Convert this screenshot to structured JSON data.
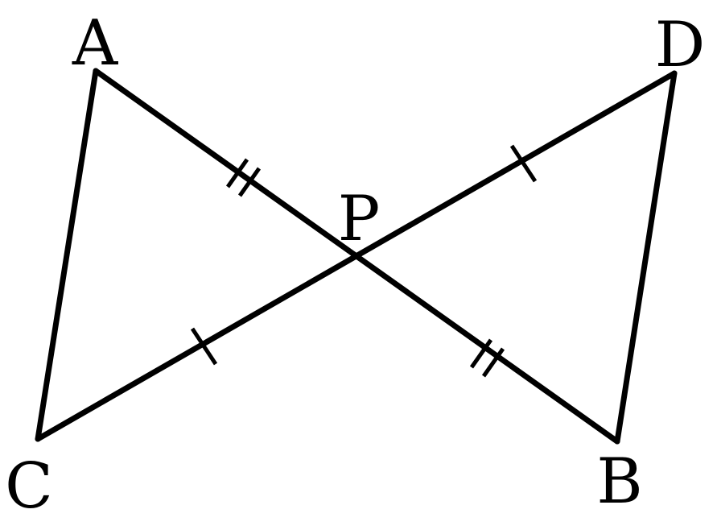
{
  "diagram": {
    "points": {
      "A": "A",
      "B": "B",
      "C": "C",
      "D": "D",
      "P": "P"
    },
    "colors": {
      "stroke": "#000000",
      "background": "#ffffff"
    }
  }
}
